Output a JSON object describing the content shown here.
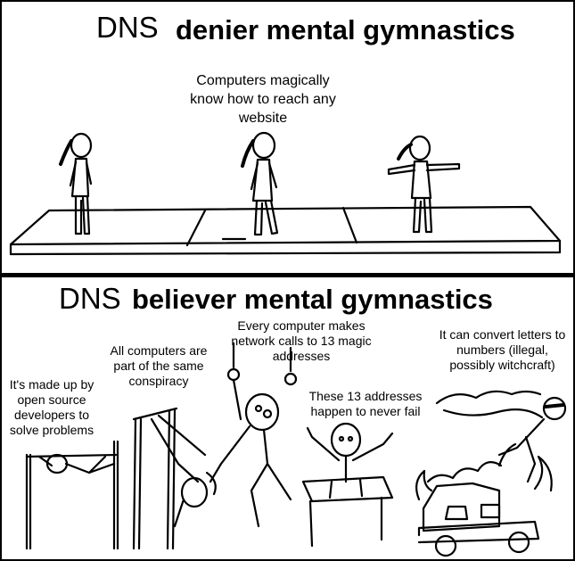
{
  "top": {
    "title_dns": "DNS",
    "title_rest": "denier mental gymnastics",
    "caption": "Computers magically know how to reach any website"
  },
  "bottom": {
    "title_dns": "DNS",
    "title_rest": "believer mental gymnastics",
    "captions": {
      "rings": "Every computer makes network calls to 13 magic addresses",
      "pole": "All computers are part of the same conspiracy",
      "car": "It can convert letters to numbers (illegal, possibly witchcraft)",
      "bar": "It's made up by open source developers to solve problems",
      "vault": "These 13 addresses happen to never fail"
    }
  }
}
